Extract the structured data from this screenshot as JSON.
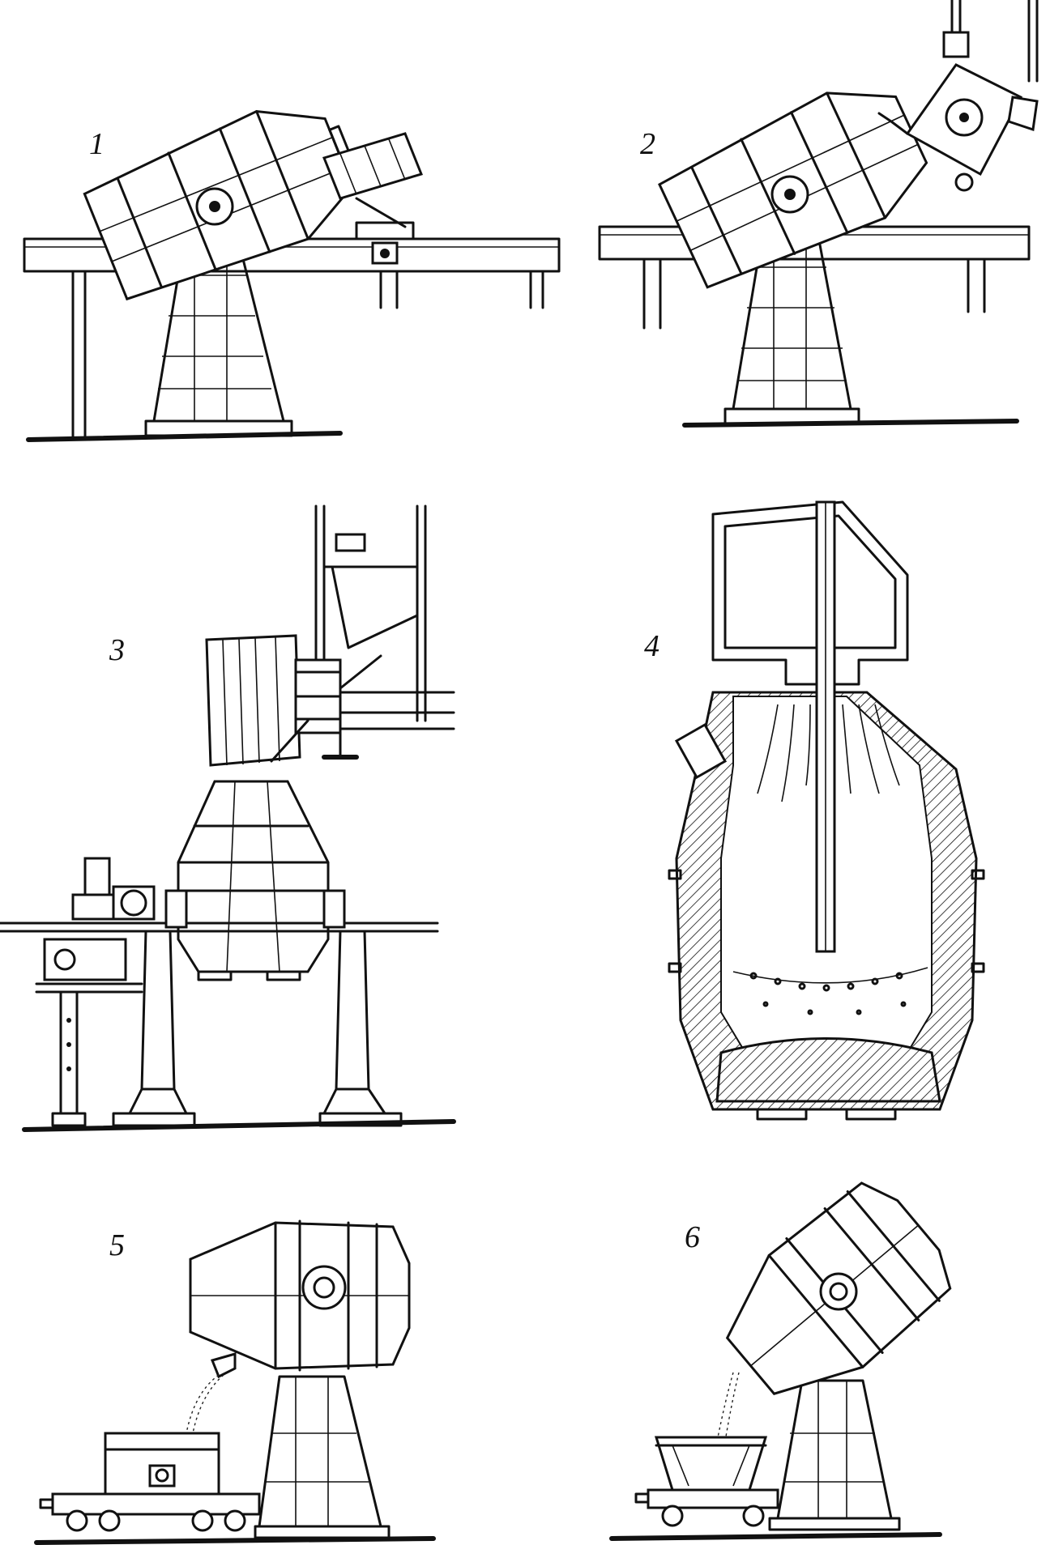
{
  "panels": [
    {
      "number": "1"
    },
    {
      "number": "2"
    },
    {
      "number": "3"
    },
    {
      "number": "4"
    },
    {
      "number": "5"
    },
    {
      "number": "6"
    }
  ]
}
